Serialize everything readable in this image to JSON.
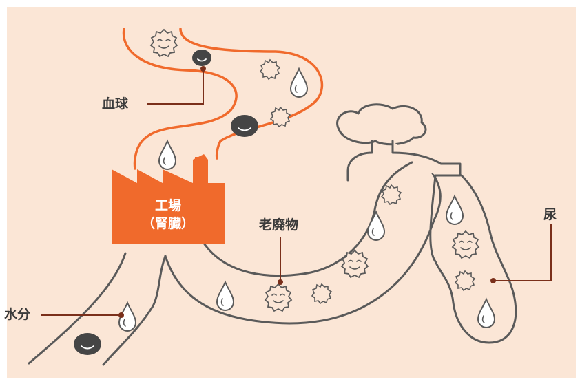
{
  "colors": {
    "background": "#fbe6d6",
    "accent": "#f06a2c",
    "outline": "#5a5a5a",
    "particle": "#454545",
    "text": "#3b3b3b"
  },
  "labels": {
    "blood_cells": "血球",
    "factory_line1": "工場",
    "factory_line2": "（腎臓）",
    "waste": "老廃物",
    "water": "水分",
    "urine": "尿"
  }
}
